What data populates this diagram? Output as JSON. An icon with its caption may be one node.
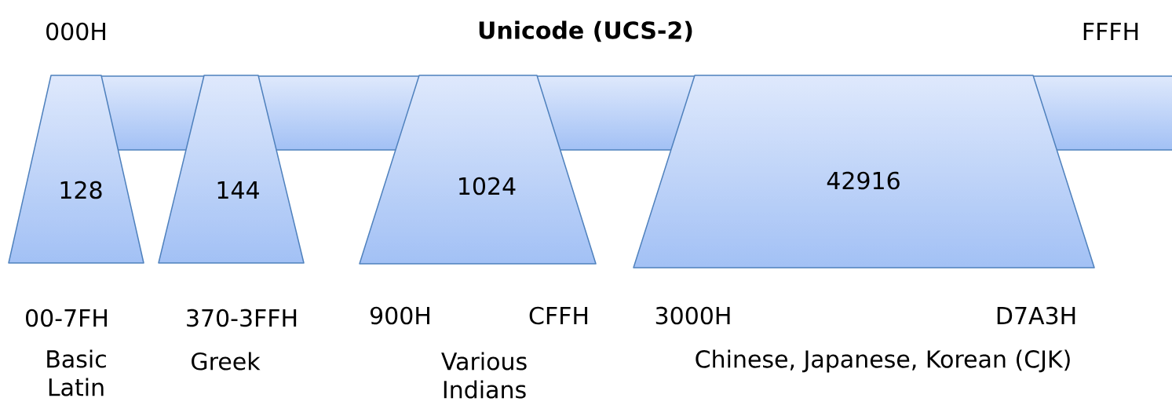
{
  "diagram": {
    "title": "Unicode (UCS-2)",
    "nodes": [
      {
        "text": [],
        "shape": "bar"
      },
      {
        "text": [
          "128"
        ],
        "beside": [
          "00-7FH",
          "Basic Latin"
        ]
      },
      {
        "text": [
          "144"
        ],
        "beside": [
          "370-3FFH",
          "Greek"
        ]
      },
      {
        "text": [
          "1024"
        ],
        "beside": [
          "900H",
          "CFFH",
          "Various Indians"
        ]
      },
      {
        "text": [
          "42916"
        ],
        "beside": [
          "3000H",
          "D7A3H",
          "Chinese, Japanese, Korean (CJK)"
        ]
      }
    ],
    "labels": [
      "000H",
      "FFFH"
    ]
  }
}
